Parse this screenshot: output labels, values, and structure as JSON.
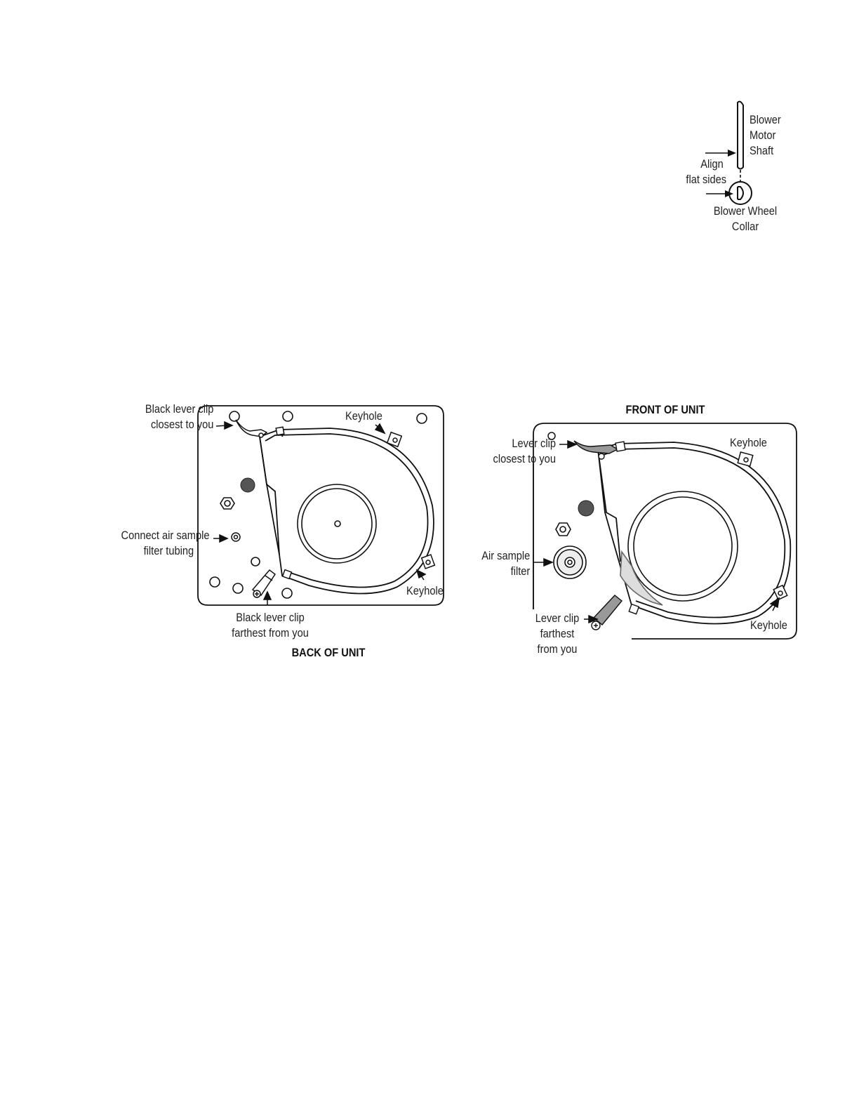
{
  "shaft_diagram": {
    "shaft_label": [
      "Blower",
      "Motor",
      "Shaft"
    ],
    "align_label": [
      "Align",
      "flat sides"
    ],
    "collar_label": [
      "Blower Wheel",
      "Collar"
    ]
  },
  "back_view": {
    "title": "BACK OF UNIT",
    "clip_near": [
      "Black lever clip",
      "closest to you"
    ],
    "keyhole_top": "Keyhole",
    "air_tubing": [
      "Connect air sample",
      "filter tubing"
    ],
    "keyhole_bottom": "Keyhole",
    "clip_far": [
      "Black lever clip",
      "farthest from you"
    ]
  },
  "front_view": {
    "title": "FRONT OF UNIT",
    "clip_near": [
      "Lever clip",
      "closest to you"
    ],
    "keyhole_top": "Keyhole",
    "air_filter": [
      "Air sample",
      "filter"
    ],
    "clip_far": [
      "Lever clip",
      "farthest",
      "from you"
    ],
    "keyhole_bottom": "Keyhole"
  }
}
